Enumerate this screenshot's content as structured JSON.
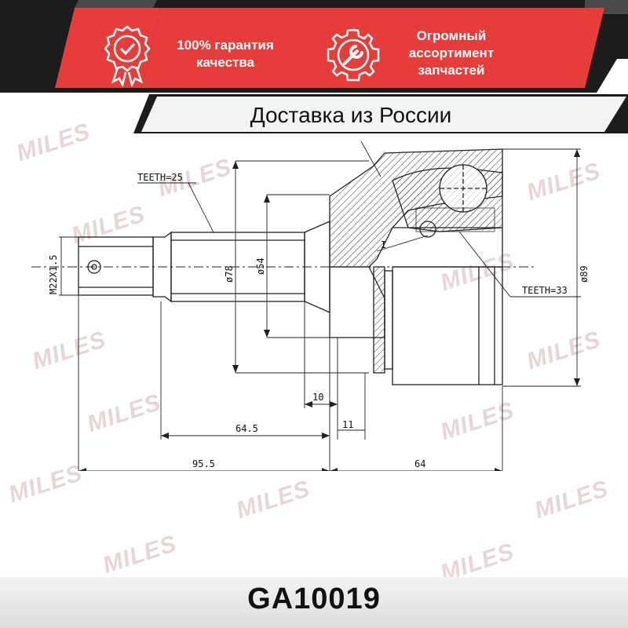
{
  "banner": {
    "badge1": {
      "line1": "100% гарантия",
      "line2": "качества",
      "icon": "check-ribbon-icon"
    },
    "badge2": {
      "line1": "Огромный",
      "line2": "ассортимент",
      "line3": "запчастей",
      "icon": "wrench-gear-icon"
    },
    "colors": {
      "red": "#e63d3a",
      "dark": "#1c1c1c"
    }
  },
  "delivery": {
    "text": "Доставка из России"
  },
  "watermark": "MILES",
  "drawing": {
    "teeth_left": "TEETH=25",
    "teeth_right": "TEETH=33",
    "thread": "M22X1.5",
    "dia78": "ø78",
    "dia54": "ø54",
    "dia89": "ø89",
    "detail_mark": "I",
    "dim_10": "10",
    "dim_64_5": "64.5",
    "dim_11": "11",
    "dim_95_5": "95.5",
    "dim_64": "64"
  },
  "footer": {
    "code": "GA10019"
  }
}
